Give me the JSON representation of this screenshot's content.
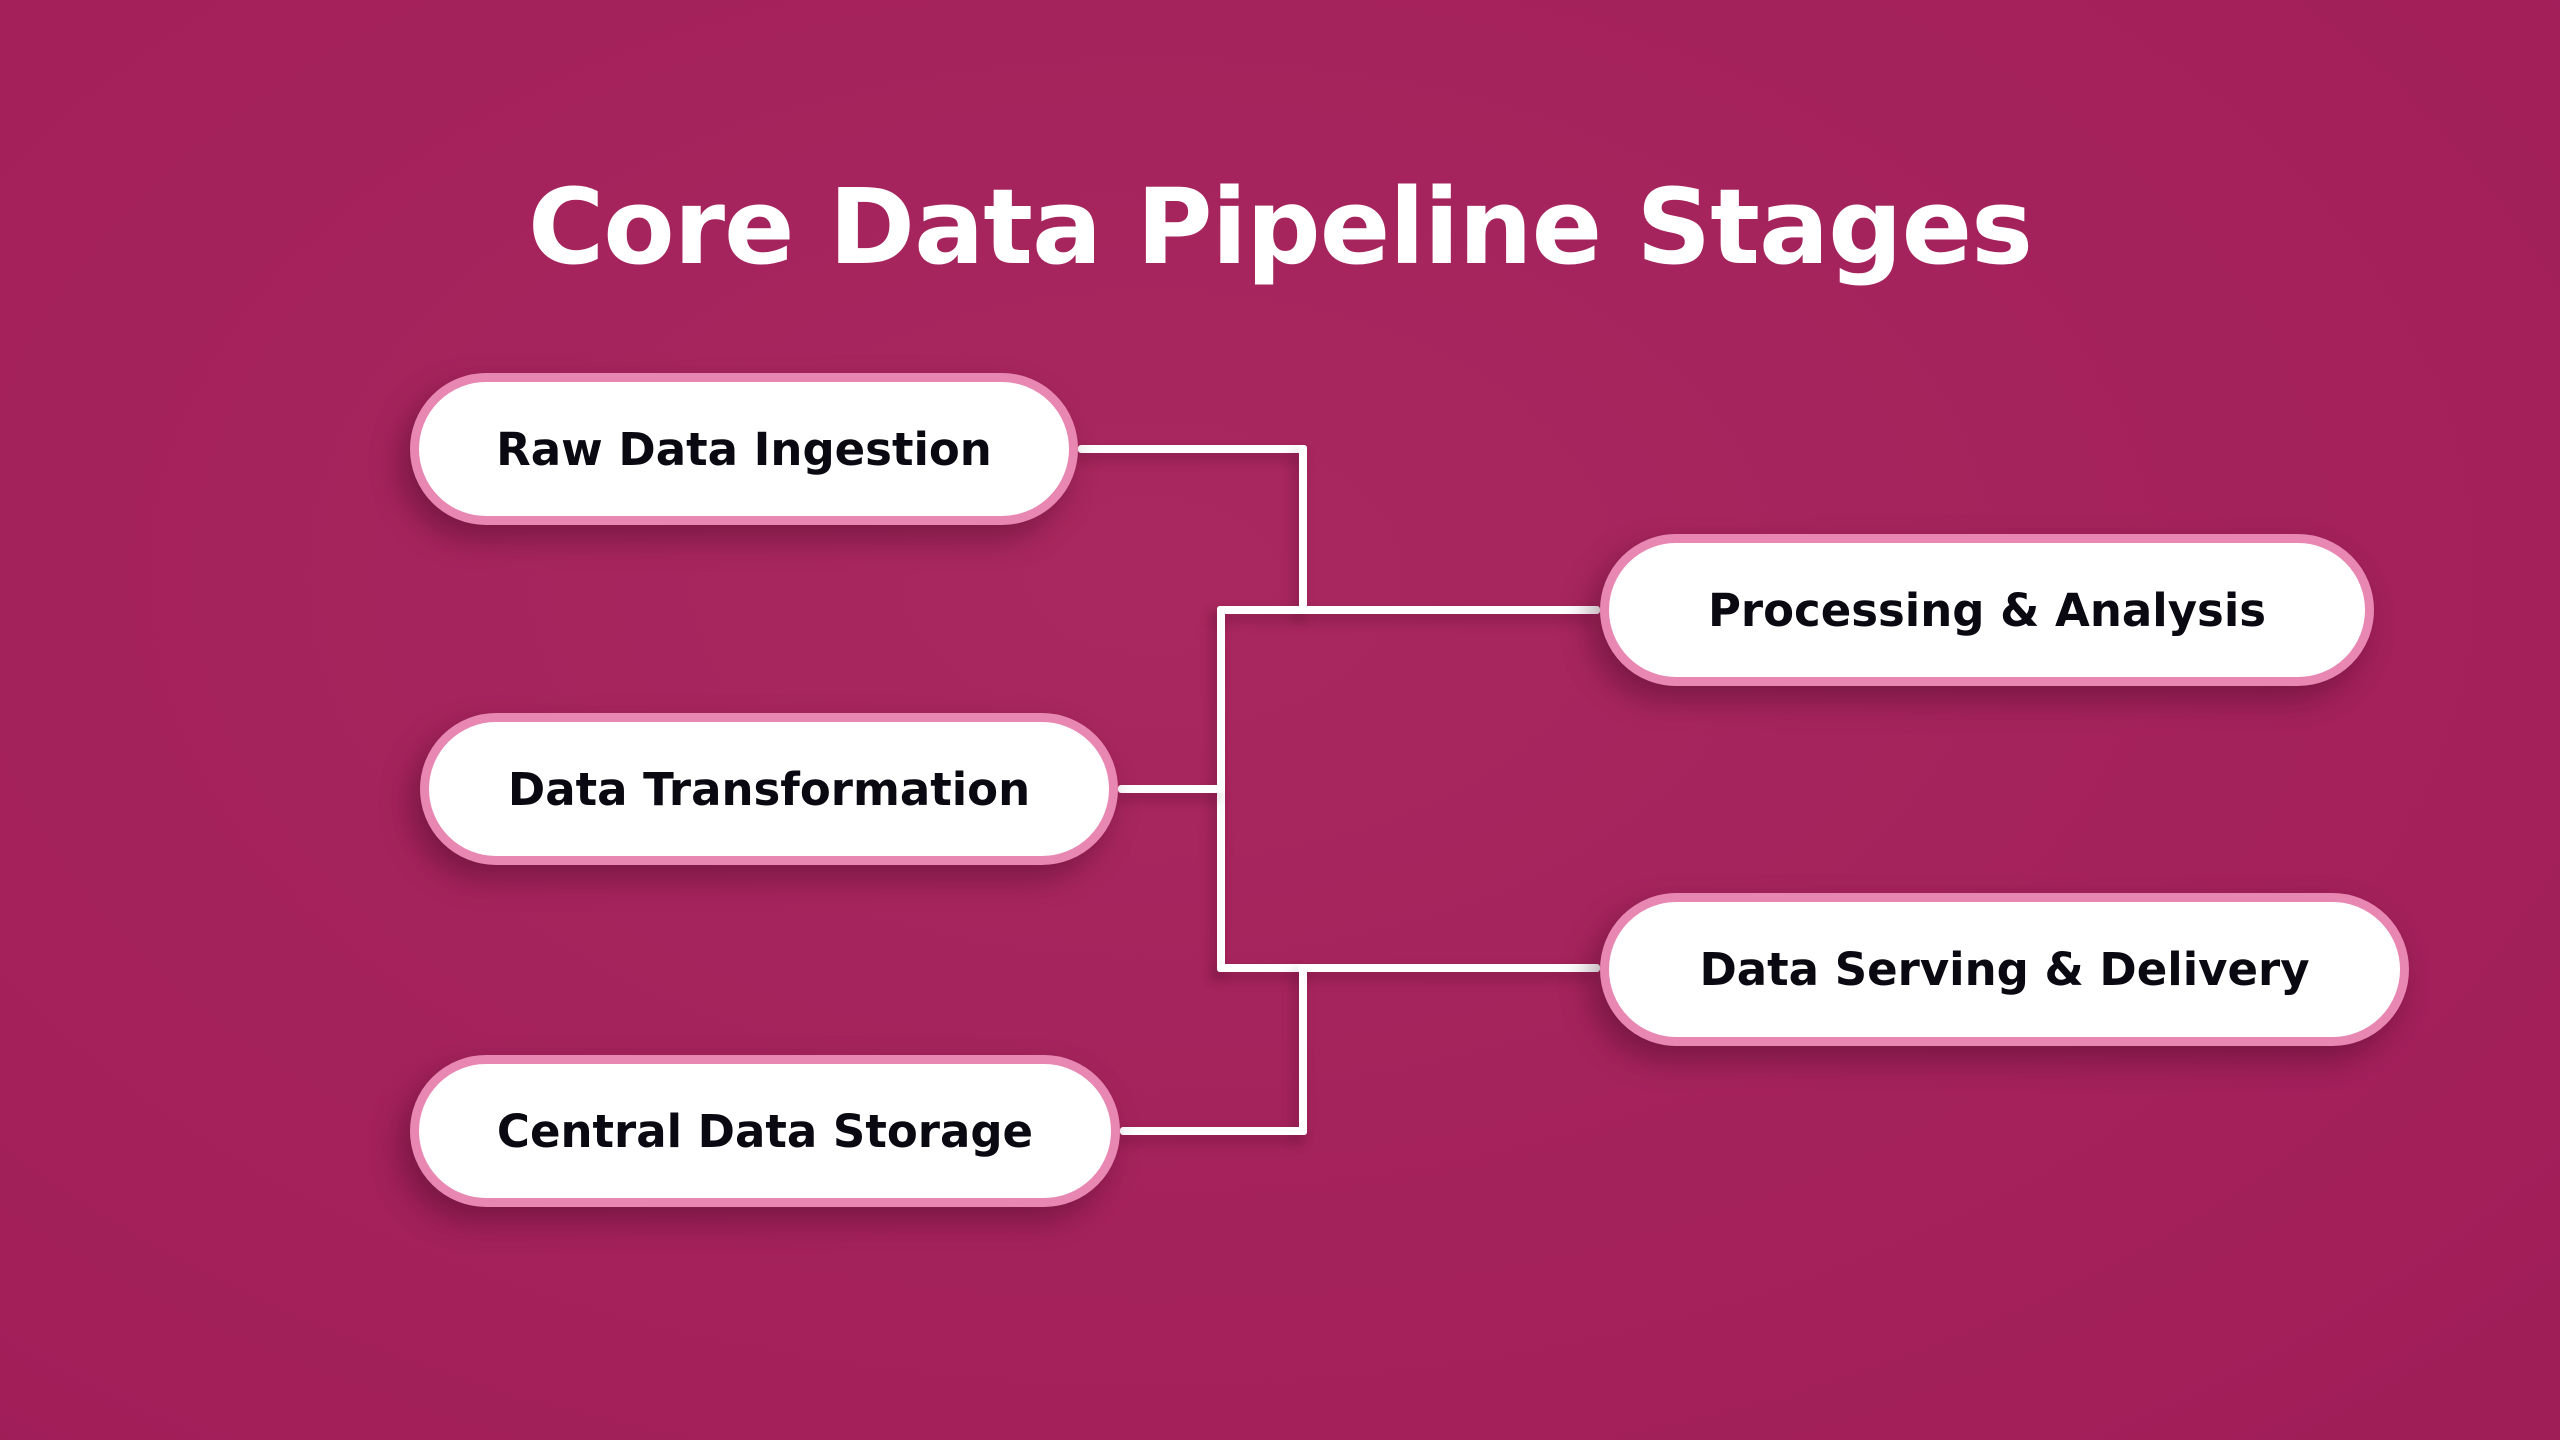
{
  "title": "Core Data Pipeline Stages",
  "nodes": {
    "left": [
      {
        "label": "Raw Data Ingestion"
      },
      {
        "label": "Data Transformation"
      },
      {
        "label": "Central Data Storage"
      }
    ],
    "right": [
      {
        "label": "Processing & Analysis"
      },
      {
        "label": "Data Serving & Delivery"
      }
    ]
  },
  "connections": {
    "sources": [
      "Raw Data Ingestion",
      "Data Transformation",
      "Central Data Storage"
    ],
    "targets": [
      "Processing & Analysis",
      "Data Serving & Delivery"
    ],
    "topology": "all left nodes merge into a central trunk that branches to both right nodes"
  },
  "colors": {
    "background": "#a21f5a",
    "node_fill": "#ffffff",
    "node_border": "#e787b2",
    "node_text": "#0a0810",
    "connector": "#ffffff",
    "title_text": "#ffffff"
  }
}
